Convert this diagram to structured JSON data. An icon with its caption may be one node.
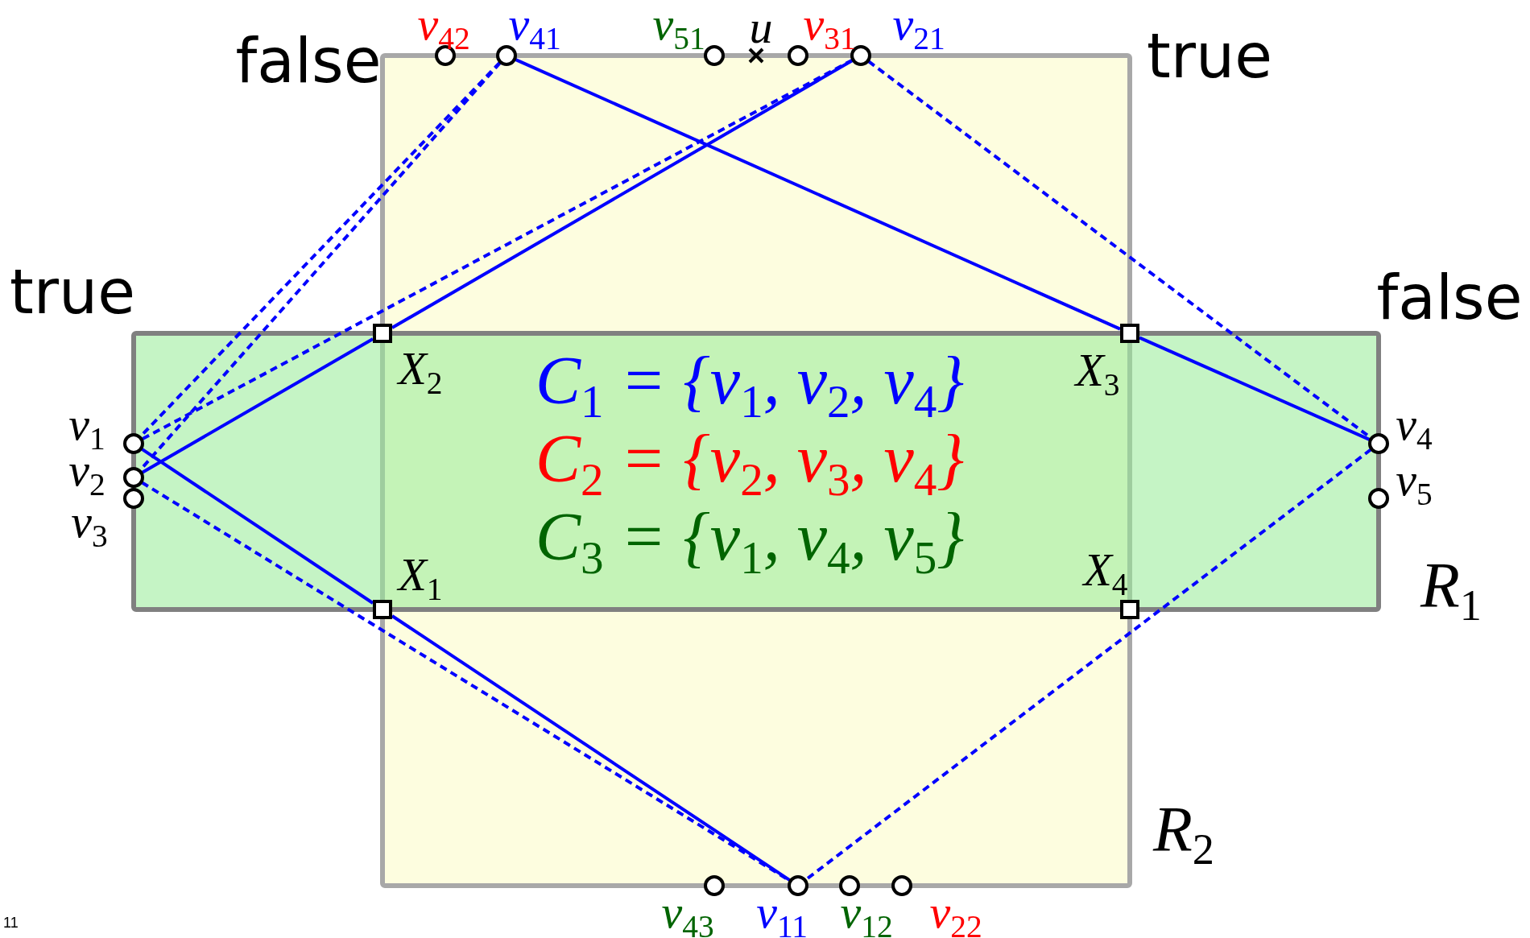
{
  "diagram": {
    "nodes": [
      {
        "text": [],
        "shape": "circle",
        "beside": [
          "v$_{42}$"
        ]
      },
      {
        "text": [],
        "shape": "circle",
        "beside": [
          "v$_{41}$"
        ]
      },
      {
        "text": [],
        "shape": "circle",
        "beside": [
          "v$_{51}$"
        ]
      },
      {
        "text": [],
        "shape": "cross",
        "beside": [
          "u"
        ]
      },
      {
        "text": [],
        "shape": "circle",
        "beside": [
          "v$_{31}$"
        ]
      },
      {
        "text": [],
        "shape": "circle",
        "beside": [
          "v$_{21}$"
        ]
      },
      {
        "text": [],
        "shape": "box",
        "beside": [
          "X$_{2}$"
        ]
      },
      {
        "text": [],
        "shape": "box",
        "beside": [
          "X$_{3}$"
        ]
      },
      {
        "text": [],
        "shape": "circle",
        "beside": [
          "v$_{1}$"
        ]
      },
      {
        "text": [],
        "shape": "circle",
        "beside": [
          "v$_{2}$"
        ]
      },
      {
        "text": [],
        "shape": "circle",
        "beside": [
          "v$_{3}$"
        ]
      },
      {
        "text": [],
        "shape": "circle",
        "beside": [
          "v$_{4}$"
        ]
      },
      {
        "text": [],
        "shape": "circle",
        "beside": [
          "v$_{5}$"
        ]
      },
      {
        "text": [],
        "shape": "box",
        "beside": [
          "X$_{1}$"
        ]
      },
      {
        "text": [],
        "shape": "box",
        "beside": [
          "X$_{4}$"
        ]
      },
      {
        "text": [],
        "shape": "circle",
        "beside": [
          "v$_{43}$"
        ]
      },
      {
        "text": [],
        "shape": "circle",
        "beside": [
          "v$_{11}$"
        ]
      },
      {
        "text": [],
        "shape": "circle",
        "beside": [
          "v$_{12}$"
        ]
      },
      {
        "text": [],
        "shape": "circle",
        "beside": [
          "v$_{22}$"
        ]
      }
    ],
    "edges": [
      {
        "from": 1,
        "to": 7,
        "arrow": "none"
      },
      {
        "from": 7,
        "to": 11,
        "arrow": "none"
      },
      {
        "from": 5,
        "to": 6,
        "arrow": "none"
      },
      {
        "from": 6,
        "to": 9,
        "arrow": "none"
      },
      {
        "from": 8,
        "to": 13,
        "arrow": "none"
      },
      {
        "from": 13,
        "to": 16,
        "arrow": "none"
      },
      {
        "from": 1,
        "to": 8,
        "arrow": "none",
        "style": "dashed"
      },
      {
        "from": 1,
        "to": 9,
        "arrow": "none",
        "style": "dashed"
      },
      {
        "from": 5,
        "to": 8,
        "arrow": "none",
        "style": "dashed"
      },
      {
        "from": 5,
        "to": 11,
        "arrow": "none",
        "style": "dashed"
      },
      {
        "from": 9,
        "to": 16,
        "arrow": "none",
        "style": "dashed"
      },
      {
        "from": 11,
        "to": 16,
        "arrow": "none",
        "style": "dashed"
      }
    ],
    "labels": [
      "false",
      "true",
      "true",
      "false",
      "C$_{1}$ = {v$_{1}$, v$_{2}$, v$_{4}$}",
      "C$_{2}$ = {v$_{2}$, v$_{3}$, v$_{4}$}",
      "C$_{3}$ = {v$_{1}$, v$_{4}$, v$_{5}$}",
      "R$_{1}$",
      "R$_{2}$",
      "11"
    ]
  }
}
